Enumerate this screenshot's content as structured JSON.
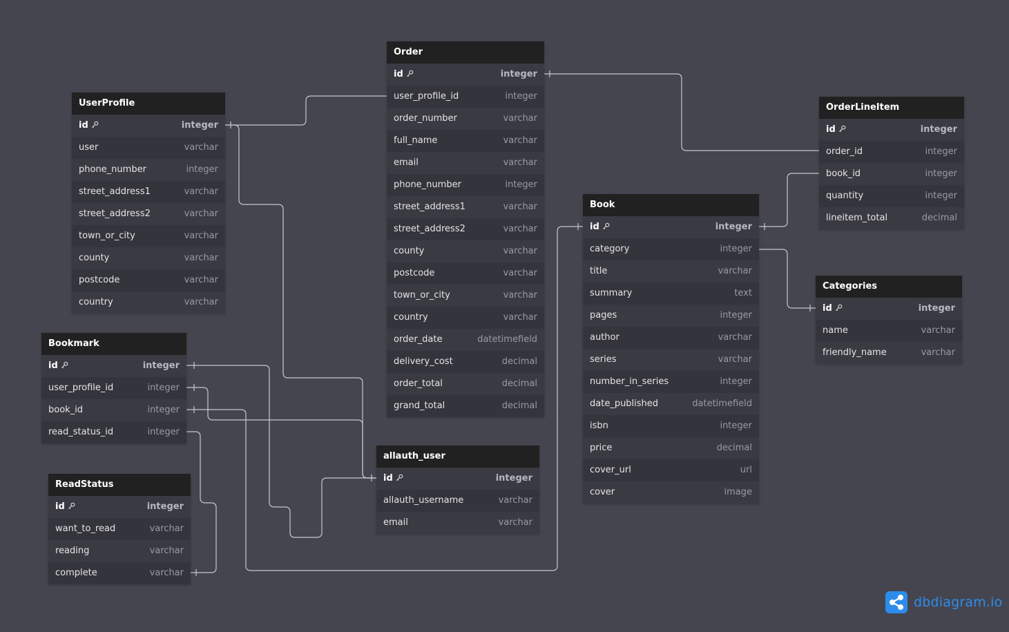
{
  "tables": {
    "order": {
      "name": "Order",
      "fields": [
        {
          "name": "id",
          "type": "integer",
          "pk": true
        },
        {
          "name": "user_profile_id",
          "type": "integer"
        },
        {
          "name": "order_number",
          "type": "varchar"
        },
        {
          "name": "full_name",
          "type": "varchar"
        },
        {
          "name": "email",
          "type": "varchar"
        },
        {
          "name": "phone_number",
          "type": "integer"
        },
        {
          "name": "street_address1",
          "type": "varchar"
        },
        {
          "name": "street_address2",
          "type": "varchar"
        },
        {
          "name": "county",
          "type": "varchar"
        },
        {
          "name": "postcode",
          "type": "varchar"
        },
        {
          "name": "town_or_city",
          "type": "varchar"
        },
        {
          "name": "country",
          "type": "varchar"
        },
        {
          "name": "order_date",
          "type": "datetimefield"
        },
        {
          "name": "delivery_cost",
          "type": "decimal"
        },
        {
          "name": "order_total",
          "type": "decimal"
        },
        {
          "name": "grand_total",
          "type": "decimal"
        }
      ]
    },
    "userprofile": {
      "name": "UserProfile",
      "fields": [
        {
          "name": "id",
          "type": "integer",
          "pk": true
        },
        {
          "name": "user",
          "type": "varchar"
        },
        {
          "name": "phone_number",
          "type": "integer"
        },
        {
          "name": "street_address1",
          "type": "varchar"
        },
        {
          "name": "street_address2",
          "type": "varchar"
        },
        {
          "name": "town_or_city",
          "type": "varchar"
        },
        {
          "name": "county",
          "type": "varchar"
        },
        {
          "name": "postcode",
          "type": "varchar"
        },
        {
          "name": "country",
          "type": "varchar"
        }
      ]
    },
    "orderlineitem": {
      "name": "OrderLineItem",
      "fields": [
        {
          "name": "id",
          "type": "integer",
          "pk": true
        },
        {
          "name": "order_id",
          "type": "integer"
        },
        {
          "name": "book_id",
          "type": "integer"
        },
        {
          "name": "quantity",
          "type": "integer"
        },
        {
          "name": "lineitem_total",
          "type": "decimal"
        }
      ]
    },
    "book": {
      "name": "Book",
      "fields": [
        {
          "name": "id",
          "type": "integer",
          "pk": true
        },
        {
          "name": "category",
          "type": "integer"
        },
        {
          "name": "title",
          "type": "varchar"
        },
        {
          "name": "summary",
          "type": "text"
        },
        {
          "name": "pages",
          "type": "integer"
        },
        {
          "name": "author",
          "type": "varchar"
        },
        {
          "name": "series",
          "type": "varchar"
        },
        {
          "name": "number_in_series",
          "type": "integer"
        },
        {
          "name": "date_published",
          "type": "datetimefield"
        },
        {
          "name": "isbn",
          "type": "integer"
        },
        {
          "name": "price",
          "type": "decimal"
        },
        {
          "name": "cover_url",
          "type": "url"
        },
        {
          "name": "cover",
          "type": "image"
        }
      ]
    },
    "categories": {
      "name": "Categories",
      "fields": [
        {
          "name": "id",
          "type": "integer",
          "pk": true
        },
        {
          "name": "name",
          "type": "varchar"
        },
        {
          "name": "friendly_name",
          "type": "varchar"
        }
      ]
    },
    "bookmark": {
      "name": "Bookmark",
      "fields": [
        {
          "name": "id",
          "type": "integer",
          "pk": true
        },
        {
          "name": "user_profile_id",
          "type": "integer"
        },
        {
          "name": "book_id",
          "type": "integer"
        },
        {
          "name": "read_status_id",
          "type": "integer"
        }
      ]
    },
    "readstatus": {
      "name": "ReadStatus",
      "fields": [
        {
          "name": "id",
          "type": "integer",
          "pk": true
        },
        {
          "name": "want_to_read",
          "type": "varchar"
        },
        {
          "name": "reading",
          "type": "varchar"
        },
        {
          "name": "complete",
          "type": "varchar"
        }
      ]
    },
    "allauth_user": {
      "name": "allauth_user",
      "fields": [
        {
          "name": "id",
          "type": "integer",
          "pk": true
        },
        {
          "name": "allauth_username",
          "type": "varchar"
        },
        {
          "name": "email",
          "type": "varchar"
        }
      ]
    }
  },
  "brand": {
    "text": "dbdiagram.io",
    "color": "#2d8ceb"
  },
  "colors": {
    "background": "#45454f",
    "header": "#212121",
    "connector": "#c8c8cc"
  },
  "icons": {
    "primary_key": "key-icon",
    "brand_logo": "share-nodes-icon"
  }
}
